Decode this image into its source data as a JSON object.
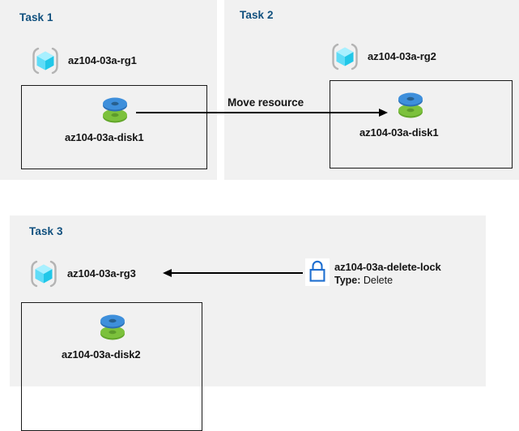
{
  "diagram": {
    "background_color": "#ffffff",
    "panel_color": "#f1f1f1",
    "title_color": "#10507E",
    "accent_blue": "#1f6fd0",
    "disk_top_color": "#3f8fdd",
    "disk_bottom_color": "#6ab42e",
    "cube_color": "#4fd8f7"
  },
  "panels": [
    {
      "id": "task1",
      "title": "Task 1",
      "resource_group": {
        "icon": "resource-group-icon",
        "label": "az104-03a-rg1"
      },
      "resource": {
        "icon": "disk-icon",
        "label": "az104-03a-disk1"
      }
    },
    {
      "id": "task2",
      "title": "Task 2",
      "resource_group": {
        "icon": "resource-group-icon",
        "label": "az104-03a-rg2"
      },
      "resource": {
        "icon": "disk-icon",
        "label": "az104-03a-disk1"
      }
    },
    {
      "id": "task3",
      "title": "Task 3",
      "resource_group": {
        "icon": "resource-group-icon",
        "label": "az104-03a-rg3"
      },
      "resource": {
        "icon": "disk-icon",
        "label": "az104-03a-disk2"
      },
      "lock": {
        "icon": "lock-icon",
        "label": "az104-03a-delete-lock",
        "type_key": "Type:",
        "type_value": "Delete"
      }
    }
  ],
  "connectors": [
    {
      "id": "move-resource",
      "label": "Move resource",
      "direction": "right"
    },
    {
      "id": "lock-applies-to-rg3",
      "label": "",
      "direction": "left"
    }
  ]
}
